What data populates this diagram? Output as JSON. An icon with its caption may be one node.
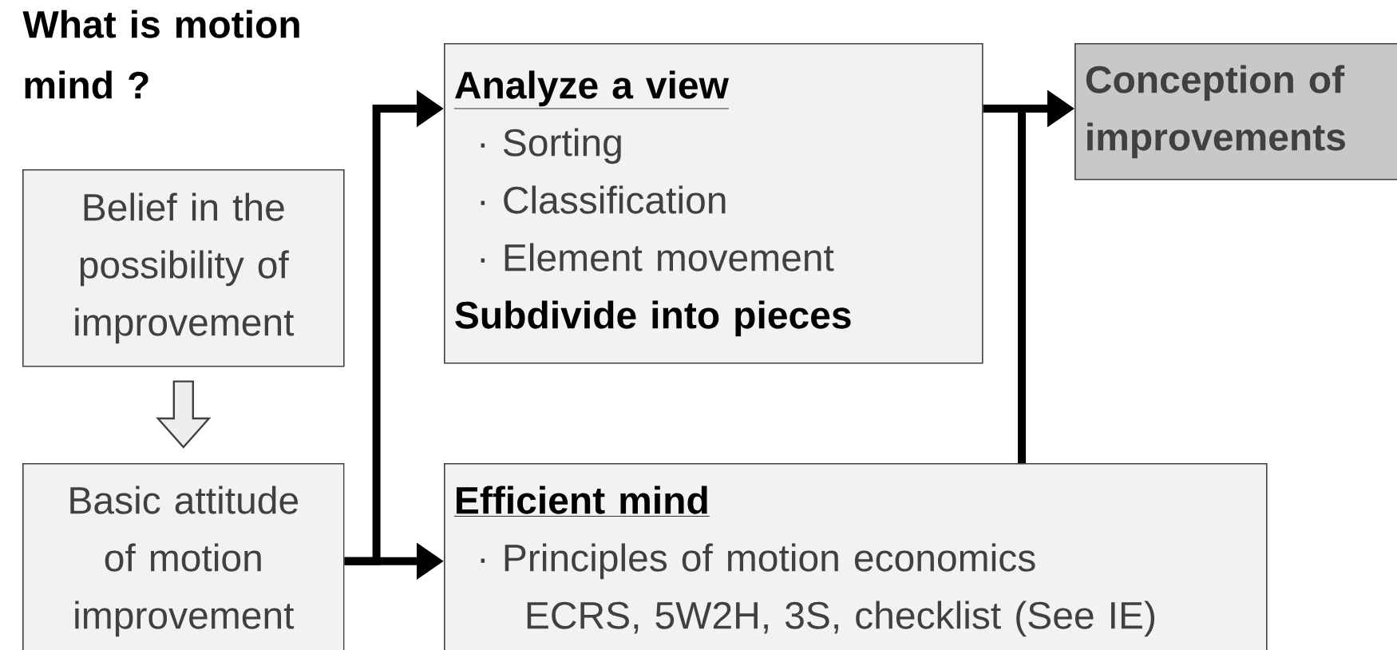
{
  "diagram": {
    "title": "What is motion mind ?",
    "nodes": [
      {
        "text": [
          "Belief in the possibility of improvement"
        ]
      },
      {
        "text": [
          "Basic attitude of motion improvement"
        ]
      },
      {
        "text": [
          "Analyze a view",
          "· Sorting",
          "· Classification",
          "· Element movement",
          "Subdivide into pieces"
        ]
      },
      {
        "text": [
          "Conception of improvements"
        ]
      },
      {
        "text": [
          "Efficient mind",
          "· Principles of motion economics",
          "ECRS, 5W2H, 3S, checklist (See IE)"
        ]
      }
    ],
    "edges": [
      {
        "from": 0,
        "to": 1,
        "arrow": "to"
      },
      {
        "from": 1,
        "to": 2,
        "arrow": "to"
      },
      {
        "from": 1,
        "to": 4,
        "arrow": "to"
      },
      {
        "from": 2,
        "to": 3,
        "arrow": "to"
      },
      {
        "from": 4,
        "to": 3,
        "arrow": "to"
      }
    ]
  }
}
